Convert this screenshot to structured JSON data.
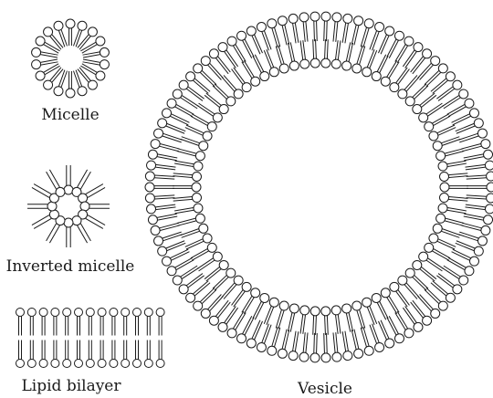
{
  "labels": {
    "micelle": "Micelle",
    "inverted_micelle": "Inverted micelle",
    "lipid_bilayer": "Lipid bilayer",
    "vesicle": "Vesicle"
  },
  "structures": {
    "micelle": {
      "lipid_count": 18,
      "orientation": "heads outward"
    },
    "inverted_micelle": {
      "lipid_count": 12,
      "orientation": "heads inward"
    },
    "lipid_bilayer": {
      "lipids_per_leaflet": 13,
      "leaflets": 2
    },
    "vesicle": {
      "outer_leaflet_lipids": 98,
      "inner_leaflet_lipids": 74
    }
  }
}
